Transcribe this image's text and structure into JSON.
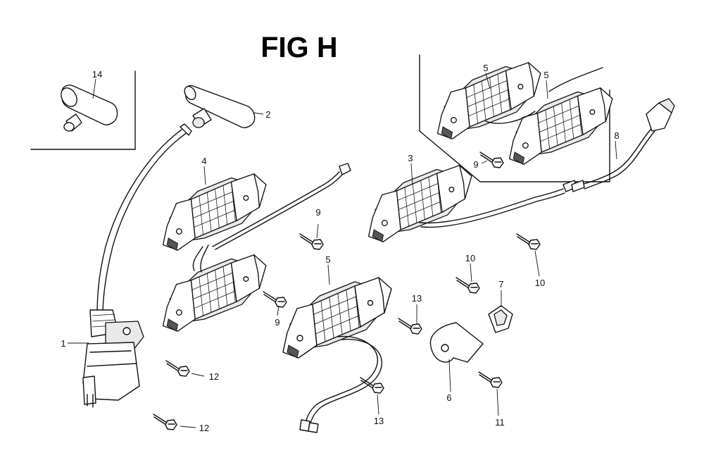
{
  "figure": {
    "title": "FIG H"
  },
  "callouts": {
    "c1": "1",
    "c2": "2",
    "c3": "3",
    "c4": "4",
    "c5a": "5",
    "c5b": "5",
    "c5c": "5",
    "c6": "6",
    "c7": "7",
    "c8": "8",
    "c9a": "9",
    "c9b": "9",
    "c9c": "9",
    "c10a": "10",
    "c10b": "10",
    "c11": "11",
    "c12a": "12",
    "c12b": "12",
    "c13a": "13",
    "c13b": "13",
    "c14": "14"
  }
}
